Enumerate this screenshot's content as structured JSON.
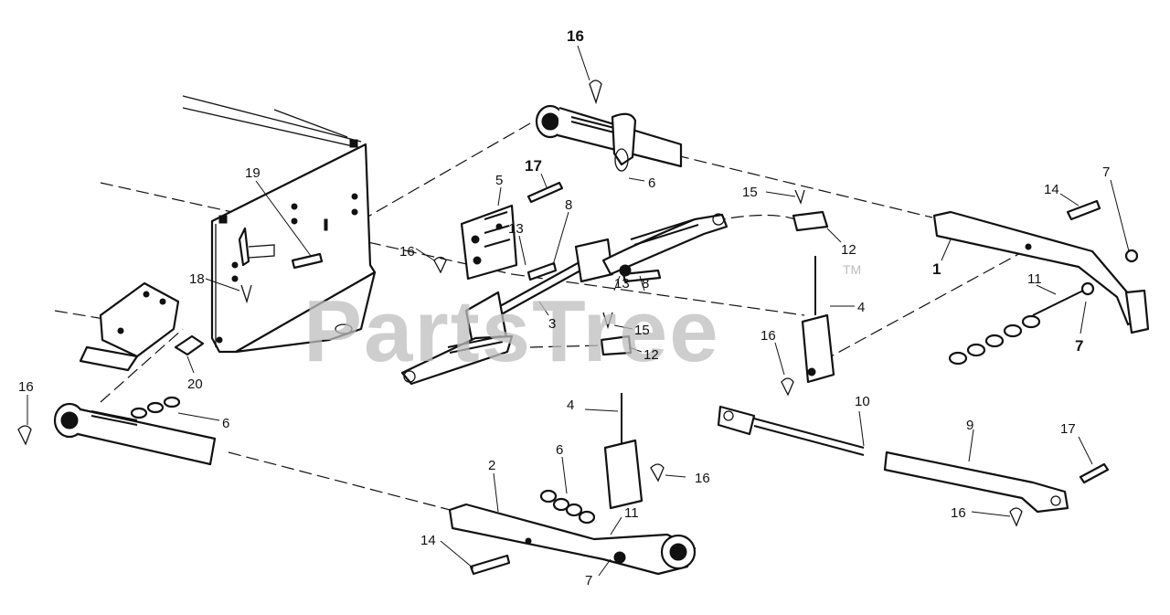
{
  "watermark": {
    "text": "PartsTree",
    "trademark": "TM"
  },
  "callouts": [
    {
      "id": "c16-top",
      "label": "16",
      "bold": true
    },
    {
      "id": "c6-top",
      "label": "6"
    },
    {
      "id": "c17-top",
      "label": "17"
    },
    {
      "id": "c5",
      "label": "5"
    },
    {
      "id": "c13-a",
      "label": "13"
    },
    {
      "id": "c8-a",
      "label": "8"
    },
    {
      "id": "c19",
      "label": "19"
    },
    {
      "id": "c16-mid",
      "label": "16"
    },
    {
      "id": "c18",
      "label": "18"
    },
    {
      "id": "c13-b",
      "label": "13"
    },
    {
      "id": "c8-b",
      "label": "8"
    },
    {
      "id": "c3",
      "label": "3"
    },
    {
      "id": "c15-a",
      "label": "15"
    },
    {
      "id": "c12-a",
      "label": "12"
    },
    {
      "id": "c15-b",
      "label": "15"
    },
    {
      "id": "c12-b",
      "label": "12"
    },
    {
      "id": "c4-a",
      "label": "4"
    },
    {
      "id": "c16-right",
      "label": "16"
    },
    {
      "id": "c14-right",
      "label": "14"
    },
    {
      "id": "c7-top",
      "label": "7"
    },
    {
      "id": "c1",
      "label": "1"
    },
    {
      "id": "c11-right",
      "label": "11"
    },
    {
      "id": "c7-right",
      "label": "7"
    },
    {
      "id": "c20",
      "label": "20"
    },
    {
      "id": "c16-left",
      "label": "16"
    },
    {
      "id": "c6-left",
      "label": "6"
    },
    {
      "id": "c4-b",
      "label": "4"
    },
    {
      "id": "c6-bottom",
      "label": "6"
    },
    {
      "id": "c16-bottom",
      "label": "16"
    },
    {
      "id": "c10",
      "label": "10"
    },
    {
      "id": "c9",
      "label": "9"
    },
    {
      "id": "c17-right",
      "label": "17"
    },
    {
      "id": "c16-br",
      "label": "16"
    },
    {
      "id": "c2",
      "label": "2"
    },
    {
      "id": "c11-bottom",
      "label": "11"
    },
    {
      "id": "c14-bottom",
      "label": "14"
    },
    {
      "id": "c7-bottom",
      "label": "7"
    }
  ]
}
